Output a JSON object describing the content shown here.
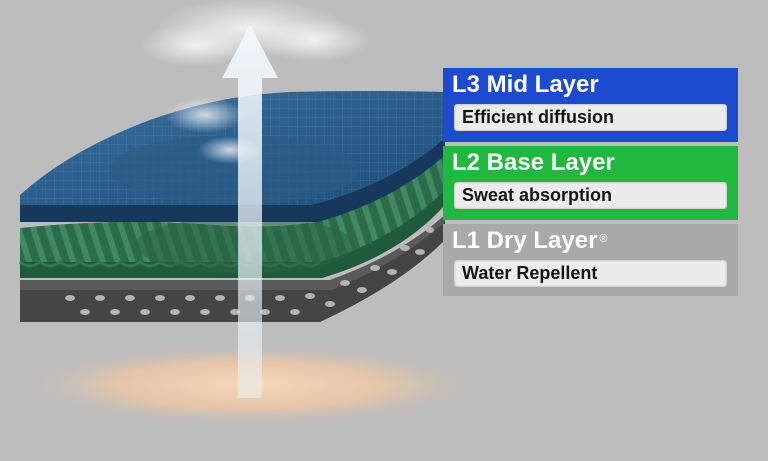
{
  "layers": [
    {
      "id": "l3",
      "title": "L3 Mid Layer",
      "trademark": "",
      "subtitle": "Efficient diffusion",
      "color": "#1d4bd0"
    },
    {
      "id": "l2",
      "title": "L2 Base Layer",
      "trademark": "",
      "subtitle": "Sweat absorption",
      "color": "#21b83e"
    },
    {
      "id": "l1",
      "title": "L1 Dry Layer",
      "trademark": "®",
      "subtitle": "Water Repellent",
      "color": "#a9a9a9"
    }
  ],
  "icons": {
    "arrow": "vapor-up-arrow-icon",
    "heat": "body-heat-glow"
  }
}
